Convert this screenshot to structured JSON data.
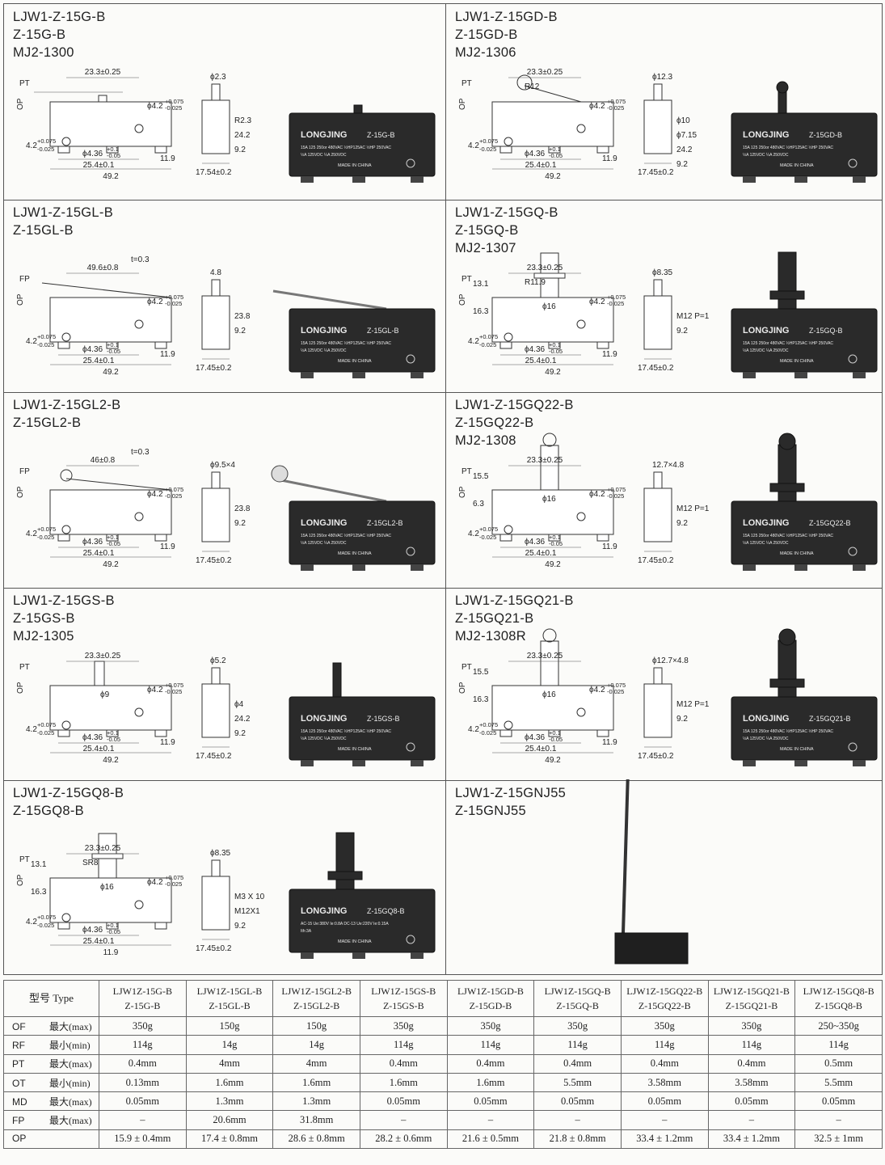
{
  "cells": [
    {
      "lines": [
        "LJW1-Z-15G-B",
        "Z-15G-B",
        "MJ2-1300"
      ],
      "photo_label": "Z-15G-B",
      "photo_ratings": [
        "15A 125 250or 480VAC ½HP125AC ½HP 250VAC",
        "½A 125VDC ¼A 250VDC"
      ],
      "photo_made": "MADE IN CHINA",
      "dims": {
        "a": "23.3±0.25",
        "b": "ϕ4.2",
        "b1": "+0.075",
        "b2": "-0.025",
        "c": "4.2",
        "c1": "+0.075",
        "c2": "-0.025",
        "d": "ϕ4.36",
        "d1": "+0.1",
        "d2": "-0.05",
        "e": "25.4±0.1",
        "f": "49.2",
        "g": "11.9",
        "side1": "ϕ2.3",
        "side2": "R2.3",
        "side3": "24.2",
        "side4": "9.2",
        "side5": "17.54±0.2",
        "pt": "PT",
        "op": "OP"
      }
    },
    {
      "lines": [
        "LJW1-Z-15GD-B",
        "Z-15GD-B",
        "MJ2-1306"
      ],
      "photo_label": "Z-15GD-B",
      "photo_ratings": [
        "15A 125 250or 480VAC ½HP125AC ½HP 250VAC",
        "½A 125VDC ¼A 250VDC"
      ],
      "photo_made": "MADE IN CHINA",
      "dims": {
        "a": "23.3±0.25",
        "b": "ϕ4.2",
        "b1": "+0.075",
        "b2": "-0.025",
        "c": "4.2",
        "c1": "+0.075",
        "c2": "-0.025",
        "d": "ϕ4.36",
        "d1": "+0.1",
        "d2": "-0.05",
        "e": "25.4±0.1",
        "f": "49.2",
        "g": "11.9",
        "side1": "ϕ12.3",
        "side2": "ϕ10",
        "side3": "ϕ7.15",
        "side4": "24.2",
        "side5": "9.2",
        "side6": "17.45±0.2",
        "r": "R12",
        "pt": "PT",
        "op": "OP"
      }
    },
    {
      "lines": [
        "LJW1-Z-15GL-B",
        "Z-15GL-B"
      ],
      "photo_label": "Z-15GL-B",
      "photo_ratings": [
        "15A 125 250or 480VAC ½HP125AC ½HP 250VAC",
        "½A 125VDC ¼A 250VDC"
      ],
      "photo_made": "MADE IN CHINA",
      "dims": {
        "a": "49.6±0.8",
        "t": "t=0.3",
        "b": "ϕ4.2",
        "b1": "+0.075",
        "b2": "-0.025",
        "c": "4.2",
        "c1": "+0.075",
        "c2": "-0.025",
        "d": "ϕ4.36",
        "d1": "+0.1",
        "d2": "-0.05",
        "e": "25.4±0.1",
        "f": "49.2",
        "g": "11.9",
        "side1": "4.8",
        "side2": "23.8",
        "side3": "9.2",
        "side4": "17.45±0.2",
        "fp": "FP",
        "op": "OP"
      }
    },
    {
      "lines": [
        "LJW1-Z-15GQ-B",
        "Z-15GQ-B",
        "MJ2-1307"
      ],
      "photo_label": "Z-15GQ-B",
      "photo_ratings": [
        "15A 125 250or 480VAC ½HP125AC ½HP 250VAC",
        "½A 125VDC ¼A 250VDC"
      ],
      "photo_made": "MADE IN CHINA",
      "dims": {
        "a": "23.3±0.25",
        "r": "R11.9",
        "b": "ϕ4.2",
        "b1": "+0.075",
        "b2": "-0.025",
        "c": "4.2",
        "c1": "+0.075",
        "c2": "-0.025",
        "d": "ϕ4.36",
        "d1": "+0.1",
        "d2": "-0.05",
        "e": "25.4±0.1",
        "f": "49.2",
        "g": "11.9",
        "h1": "13.1",
        "h2": "16.3",
        "h3": "ϕ16",
        "side1": "ϕ8.35",
        "side2": "M12 P=1",
        "side3": "9.2",
        "side4": "17.45±0.2",
        "pt": "PT",
        "op": "OP"
      }
    },
    {
      "lines": [
        "LJW1-Z-15GL2-B",
        "Z-15GL2-B"
      ],
      "photo_label": "Z-15GL2-B",
      "photo_ratings": [
        "15A 125 250or 480VAC ½HP125AC ½HP 250VAC",
        "½A 125VDC ¼A 250VDC"
      ],
      "photo_made": "MADE IN CHINA",
      "dims": {
        "a": "46±0.8",
        "t": "t=0.3",
        "b": "ϕ4.2",
        "b1": "+0.075",
        "b2": "-0.025",
        "c": "4.2",
        "c1": "+0.075",
        "c2": "-0.025",
        "d": "ϕ4.36",
        "d1": "+0.1",
        "d2": "-0.05",
        "e": "25.4±0.1",
        "f": "49.2",
        "g": "11.9",
        "side1": "ϕ9.5×4",
        "side2": "23.8",
        "side3": "9.2",
        "side4": "17.45±0.2",
        "fp": "FP",
        "op": "OP"
      }
    },
    {
      "lines": [
        "LJW1-Z-15GQ22-B",
        "Z-15GQ22-B",
        "MJ2-1308"
      ],
      "photo_label": "Z-15GQ22-B",
      "photo_ratings": [
        "15A 125 250or 480VAC ½HP125AC ½HP 250VAC",
        "½A 125VDC ¼A 250VDC"
      ],
      "photo_made": "MADE IN CHINA",
      "dims": {
        "a": "23.3±0.25",
        "b": "ϕ4.2",
        "b1": "+0.075",
        "b2": "-0.025",
        "c": "4.2",
        "c1": "+0.075",
        "c2": "-0.025",
        "d": "ϕ4.36",
        "d1": "+0.1",
        "d2": "-0.05",
        "e": "25.4±0.1",
        "f": "49.2",
        "g": "11.9",
        "h1": "15.5",
        "h2": "6.3",
        "h3": "ϕ16",
        "side1": "12.7×4.8",
        "side2": "M12 P=1",
        "side3": "9.2",
        "side4": "17.45±0.2",
        "pt": "PT",
        "op": "OP"
      }
    },
    {
      "lines": [
        "LJW1-Z-15GS-B",
        "Z-15GS-B",
        "MJ2-1305"
      ],
      "photo_label": "Z-15GS-B",
      "photo_ratings": [
        "15A 125 250or 480VAC ½HP125AC ½HP 250VAC",
        "½A 125VDC ¼A 250VDC"
      ],
      "photo_made": "MADE IN CHINA",
      "dims": {
        "a": "23.3±0.25",
        "b": "ϕ4.2",
        "b1": "+0.075",
        "b2": "-0.025",
        "c": "4.2",
        "c1": "+0.075",
        "c2": "-0.025",
        "d": "ϕ4.36",
        "d1": "+0.1",
        "d2": "-0.05",
        "e": "25.4±0.1",
        "f": "49.2",
        "g": "11.9",
        "h3": "ϕ9",
        "side1": "ϕ5.2",
        "side2": "ϕ4",
        "side3": "24.2",
        "side4": "9.2",
        "side5": "17.45±0.2",
        "pt": "PT",
        "op": "OP"
      }
    },
    {
      "lines": [
        "LJW1-Z-15GQ21-B",
        "Z-15GQ21-B",
        "MJ2-1308R"
      ],
      "photo_label": "Z-15GQ21-B",
      "photo_ratings": [
        "15A 125 250or 480VAC ½HP125AC ½HP 250VAC",
        "½A 125VDC ¼A 250VDC"
      ],
      "photo_made": "MADE IN CHINA",
      "dims": {
        "a": "23.3±0.25",
        "b": "ϕ4.2",
        "b1": "+0.075",
        "b2": "-0.025",
        "c": "4.2",
        "c1": "+0.075",
        "c2": "-0.025",
        "d": "ϕ4.36",
        "d1": "+0.1",
        "d2": "-0.05",
        "e": "25.4±0.1",
        "f": "49.2",
        "g": "11.9",
        "h1": "15.5",
        "h2": "16.3",
        "h3": "ϕ16",
        "side1": "ϕ12.7×4.8",
        "side2": "M12 P=1",
        "side3": "9.2",
        "side4": "17.45±0.2",
        "pt": "PT",
        "op": "OP"
      }
    },
    {
      "lines": [
        "LJW1-Z-15GQ8-B",
        "Z-15GQ8-B"
      ],
      "photo_label": "Z-15GQ8-B",
      "photo_ratings": [
        "AC-15 Ue:380V Ie:0.8A DC-13 Ue:220V Ie:0.15A",
        "Ith:3A"
      ],
      "photo_made": "MADE IN CHINA",
      "dims": {
        "a": "23.3±0.25",
        "r": "SR8",
        "b": "ϕ4.2",
        "b1": "+0.075",
        "b2": "-0.025",
        "c": "4.2",
        "c1": "+0.075",
        "c2": "-0.025",
        "d": "ϕ4.36",
        "d1": "+0.1",
        "d2": "-0.05",
        "e": "25.4±0.1",
        "f": "11.9",
        "h1": "13.1",
        "h2": "16.3",
        "h3": "ϕ16",
        "side1": "ϕ8.35",
        "side2": "M3 X 10",
        "side3": "M12X1",
        "side4": "9.2",
        "side5": "17.45±0.2",
        "pt": "PT",
        "op": "OP"
      }
    },
    {
      "lines": [
        "LJW1-Z-15GNJ55",
        "Z-15GNJ55"
      ]
    }
  ],
  "brand": "LONGJING",
  "table": {
    "type_header": "型号 Type",
    "columns": [
      [
        "LJW1Z-15G-B",
        "Z-15G-B"
      ],
      [
        "LJW1Z-15GL-B",
        "Z-15GL-B"
      ],
      [
        "LJW1Z-15GL2-B",
        "Z-15GL2-B"
      ],
      [
        "LJW1Z-15GS-B",
        "Z-15GS-B"
      ],
      [
        "LJW1Z-15GD-B",
        "Z-15GD-B"
      ],
      [
        "LJW1Z-15GQ-B",
        "Z-15GQ-B"
      ],
      [
        "LJW1Z-15GQ22-B",
        "Z-15GQ22-B"
      ],
      [
        "LJW1Z-15GQ21-B",
        "Z-15GQ21-B"
      ],
      [
        "LJW1Z-15GQ8-B",
        "Z-15GQ8-B"
      ]
    ],
    "rows": [
      {
        "key": "OF",
        "label": "最大(max)",
        "values": [
          "350g",
          "150g",
          "150g",
          "350g",
          "350g",
          "350g",
          "350g",
          "350g",
          "250~350g"
        ]
      },
      {
        "key": "RF",
        "label": "最小(min)",
        "values": [
          "114g",
          "14g",
          "14g",
          "114g",
          "114g",
          "114g",
          "114g",
          "114g",
          "114g"
        ]
      },
      {
        "key": "PT",
        "label": "最大(max)",
        "values": [
          "0.4mm",
          "4mm",
          "4mm",
          "0.4mm",
          "0.4mm",
          "0.4mm",
          "0.4mm",
          "0.4mm",
          "0.5mm"
        ]
      },
      {
        "key": "OT",
        "label": "最小(min)",
        "values": [
          "0.13mm",
          "1.6mm",
          "1.6mm",
          "1.6mm",
          "1.6mm",
          "5.5mm",
          "3.58mm",
          "3.58mm",
          "5.5mm"
        ]
      },
      {
        "key": "MD",
        "label": "最大(max)",
        "values": [
          "0.05mm",
          "1.3mm",
          "1.3mm",
          "0.05mm",
          "0.05mm",
          "0.05mm",
          "0.05mm",
          "0.05mm",
          "0.05mm"
        ]
      },
      {
        "key": "FP",
        "label": "最大(max)",
        "values": [
          "–",
          "20.6mm",
          "31.8mm",
          "–",
          "–",
          "–",
          "–",
          "–",
          "–"
        ]
      },
      {
        "key": "OP",
        "label": "",
        "values": [
          "15.9 ± 0.4mm",
          "17.4 ± 0.8mm",
          "28.6 ± 0.8mm",
          "28.2 ± 0.6mm",
          "21.6 ± 0.5mm",
          "21.8 ± 0.8mm",
          "33.4 ± 1.2mm",
          "33.4 ± 1.2mm",
          "32.5 ± 1mm"
        ]
      }
    ]
  }
}
